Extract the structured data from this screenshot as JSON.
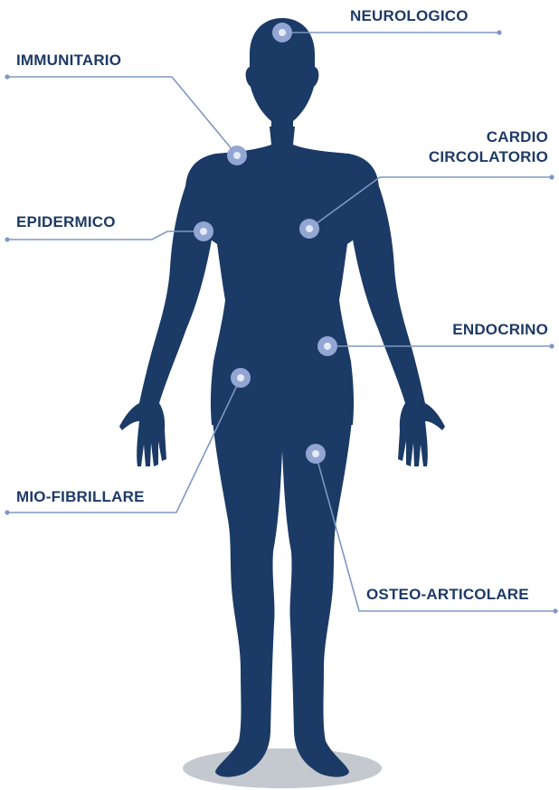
{
  "colors": {
    "body": "#1b3a66",
    "leader_line": "#7f97c2",
    "point_outer": "#93a6d3",
    "point_inner": "#e4eaf6",
    "shadow": "#c4c8cf",
    "label": "#1e3a66"
  },
  "labels": {
    "neurologico": "NEUROLOGICO",
    "immunitario": "IMMUNITARIO",
    "cardio_line1": "CARDIO",
    "cardio_line2": "CIRCOLATORIO",
    "epidermico": "EPIDERMICO",
    "endocrino": "ENDOCRINO",
    "mio_fibrillare": "MIO-FIBRILLARE",
    "osteo_articolare": "OSTEO-ARTICOLARE"
  }
}
